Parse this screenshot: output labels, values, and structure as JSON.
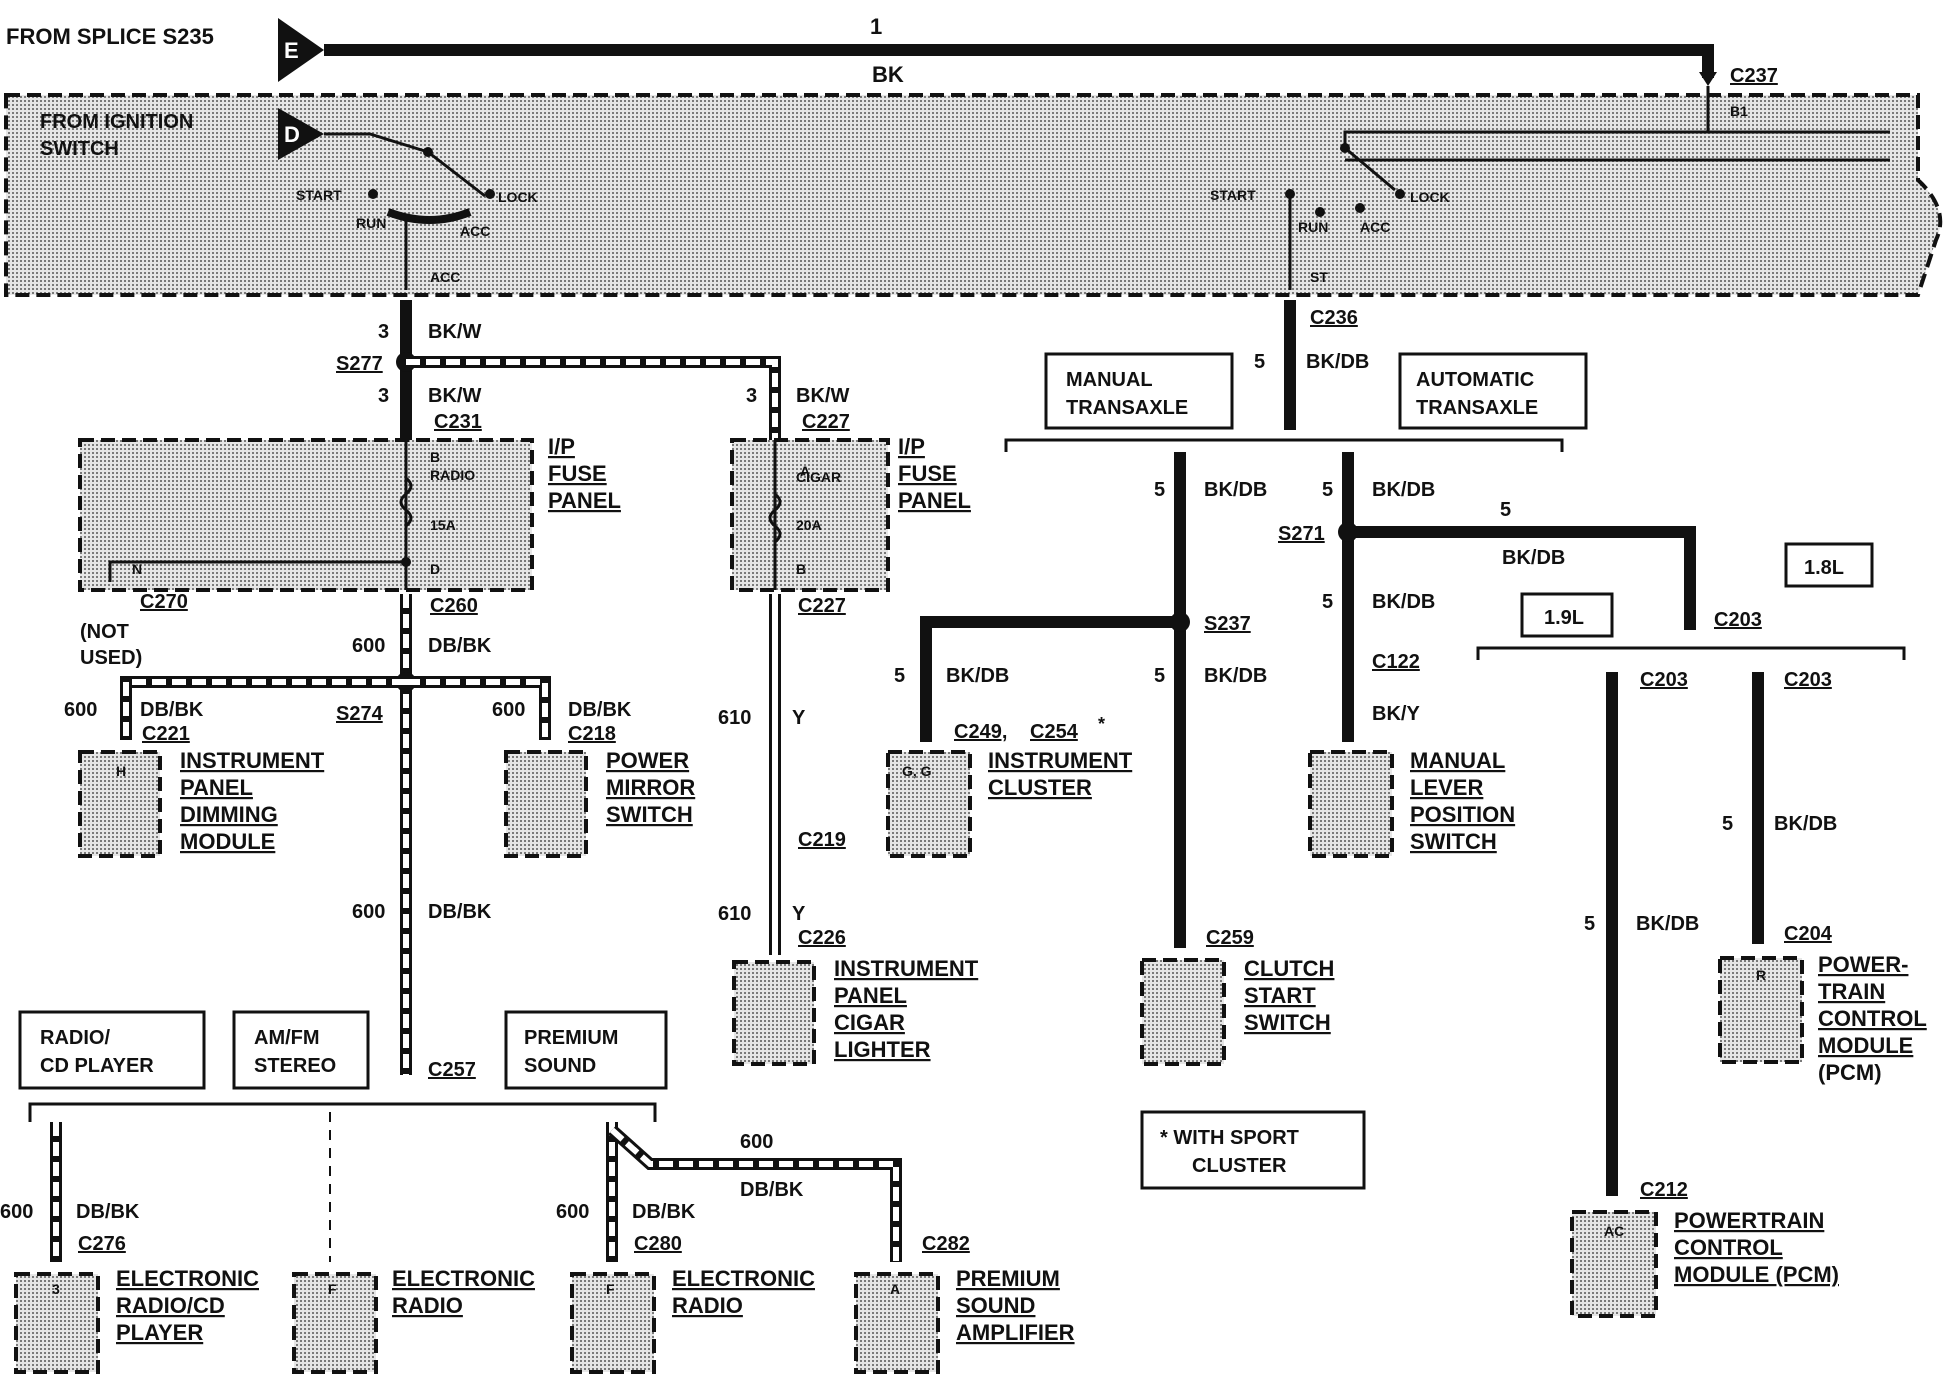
{
  "header": {
    "from_splice": "FROM SPLICE S235",
    "from_ignition_1": "FROM IGNITION",
    "from_ignition_2": "SWITCH",
    "term_e": "E",
    "term_d": "D",
    "circuit_1": "1",
    "color_bk": "BK"
  },
  "connectors": {
    "c237": "C237",
    "b1": "B1",
    "c236": "C236",
    "c231": "C231",
    "c227a": "C227",
    "c227b": "C227",
    "c260": "C260",
    "c270": "C270",
    "c221": "C221",
    "c218": "C218",
    "c219": "C219",
    "c226": "C226",
    "c257": "C257",
    "c276": "C276",
    "c280": "C280",
    "c282": "C282",
    "c249": "C249,",
    "c254": "C254",
    "c259": "C259",
    "c122": "C122",
    "c203a": "C203",
    "c203b": "C203",
    "c203c": "C203",
    "c204": "C204",
    "c212": "C212"
  },
  "splices": {
    "s277": "S277",
    "s274": "S274",
    "s237": "S237",
    "s271": "S271"
  },
  "switch": {
    "start": "START",
    "lock": "LOCK",
    "run": "RUN",
    "acc": "ACC",
    "acc_out": "ACC",
    "st_out": "ST"
  },
  "wires": {
    "n3": "3",
    "n5": "5",
    "n600": "600",
    "n610": "610",
    "bkw": "BK/W",
    "bkdb": "BK/DB",
    "dbbk": "DB/BK",
    "y": "Y",
    "bky": "BK/Y"
  },
  "fuse_panel": {
    "label_1": "I/P",
    "label_2": "FUSE",
    "label_3": "PANEL",
    "radio_b": "B",
    "radio": "RADIO",
    "amp15": "15A",
    "d": "D",
    "n": "N",
    "cigar_a": "A",
    "cigar": "CIGAR",
    "amp20": "20A",
    "b": "B"
  },
  "transaxle": {
    "manual_1": "MANUAL",
    "manual_2": "TRANSAXLE",
    "auto_1": "AUTOMATIC",
    "auto_2": "TRANSAXLE"
  },
  "engine": {
    "l18": "1.8L",
    "l19": "1.9L"
  },
  "options": {
    "radio_cd_1": "RADIO/",
    "radio_cd_2": "CD PLAYER",
    "amfm_1": "AM/FM",
    "amfm_2": "STEREO",
    "premium_1": "PREMIUM",
    "premium_2": "SOUND"
  },
  "components": {
    "not_used_1": "(NOT",
    "not_used_2": "USED)",
    "ipdm": [
      "INSTRUMENT",
      "PANEL",
      "DIMMING",
      "MODULE"
    ],
    "ipdm_pin": "H",
    "mirror": [
      "POWER",
      "MIRROR",
      "SWITCH"
    ],
    "cluster": [
      "INSTRUMENT",
      "CLUSTER"
    ],
    "cluster_pin": "G, G",
    "mlps": [
      "MANUAL",
      "LEVER",
      "POSITION",
      "SWITCH"
    ],
    "cigar": [
      "INSTRUMENT",
      "PANEL",
      "CIGAR",
      "LIGHTER"
    ],
    "clutch": [
      "CLUTCH",
      "START",
      "SWITCH"
    ],
    "pcm1": [
      "POWER-",
      "TRAIN",
      "CONTROL",
      "MODULE",
      "(PCM)"
    ],
    "pcm1_pin": "R",
    "pcm2": [
      "POWERTRAIN",
      "CONTROL",
      "MODULE (PCM)"
    ],
    "pcm2_pin": "AC",
    "erc": [
      "ELECTRONIC",
      "RADIO/CD",
      "PLAYER"
    ],
    "erc_pin": "3",
    "er1": [
      "ELECTRONIC",
      "RADIO"
    ],
    "er1_pin": "F",
    "er2": [
      "ELECTRONIC",
      "RADIO"
    ],
    "er2_pin": "F",
    "amp": [
      "PREMIUM",
      "SOUND",
      "AMPLIFIER"
    ],
    "amp_pin": "A"
  },
  "notes": {
    "star": "*",
    "sport_1": "* WITH SPORT",
    "sport_2": "CLUSTER"
  }
}
